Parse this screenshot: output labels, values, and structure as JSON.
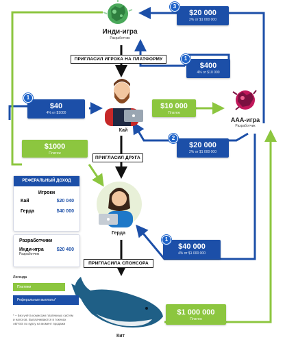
{
  "nodes": {
    "indie": {
      "title": "Инди-игра",
      "subtitle": "Разработчик"
    },
    "aaa": {
      "title": "ААА-игра",
      "subtitle": "Разработчик"
    },
    "kai": {
      "name": "Кай"
    },
    "gerda": {
      "name": "Герда"
    },
    "whale": {
      "name": "Кит"
    }
  },
  "steps": {
    "invite_player": "ПРИГЛАСИЛ ИГРОКА НА ПЛАТФОРМУ",
    "invite_friend": "ПРИГЛАСИЛ ДРУГА",
    "invite_sponsor": "ПРИГЛАСИЛА СПОНСОРА"
  },
  "referral_payments": [
    {
      "badge": "3",
      "amount": "$20 000",
      "note": "2% от $1 000 000"
    },
    {
      "badge": "1",
      "amount": "$400",
      "note": "4% от $10 000"
    },
    {
      "badge": "1",
      "amount": "$40",
      "note": "4% от $1000"
    },
    {
      "badge": "2",
      "amount": "$20 000",
      "note": "2% от $1 000 000"
    },
    {
      "badge": "1",
      "amount": "$40 000",
      "note": "4% от $1 000 000"
    }
  ],
  "payments": [
    {
      "amount": "$10 000",
      "note": "Платеж"
    },
    {
      "amount": "$1000",
      "note": "Платеж"
    },
    {
      "amount": "$1 000 000",
      "note": "Платеж"
    }
  ],
  "income_panel": {
    "header": "РЕФЕРАЛЬНЫЙ ДОХОД",
    "players_title": "Игроки",
    "players": [
      {
        "name": "Кай",
        "amount": "$20 040"
      },
      {
        "name": "Герда",
        "amount": "$40 000"
      }
    ],
    "devs_title": "Разработчики",
    "dev_name": "Инди-игра",
    "dev_sub": "Разработчик",
    "dev_amount": "$20 400"
  },
  "legend": {
    "title": "Легенда",
    "payments": "Платежи",
    "referral": "Реферальные выплаты*"
  },
  "footnote": "* – Без учёта комиссии платежных систем и налогов. Выплачиваются в токенах ABYSS по курсу на момент продажи",
  "colors": {
    "blue": "#1c4fa8",
    "green": "#8cc63f",
    "badge": "#1e63c9"
  }
}
